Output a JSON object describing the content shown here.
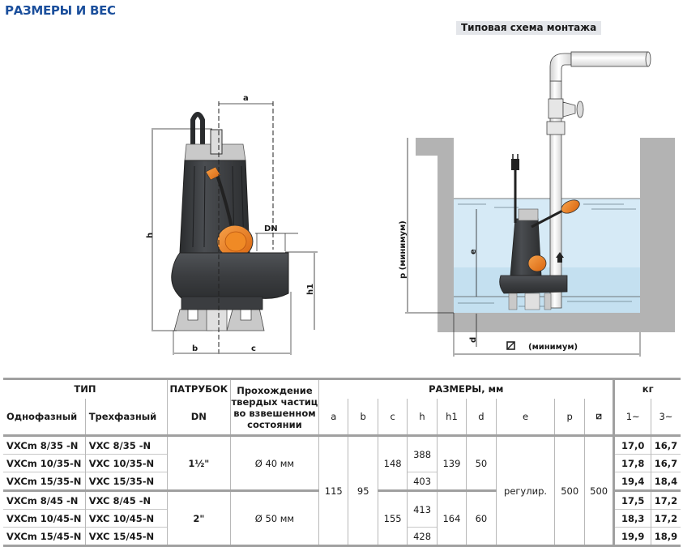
{
  "page": {
    "title": "РАЗМЕРЫ И ВЕС",
    "scheme_title": "Типовая схема монтажа"
  },
  "colors": {
    "title_blue": "#1b4f9c",
    "pump_orange": "#f07d1a",
    "pump_body": "#3b3d40",
    "water": "#cfe6f3",
    "wall_gray": "#b3b3b3"
  },
  "pump_drawing": {
    "labels": {
      "a": "a",
      "h": "h",
      "h1": "h1",
      "dn": "DN",
      "b": "b",
      "c": "c"
    }
  },
  "installation_drawing": {
    "labels": {
      "p": "p (минимум)",
      "e": "e",
      "d": "d",
      "square": "(минимум)"
    }
  },
  "table": {
    "headers": {
      "type": "ТИП",
      "single_phase": "Однофазный",
      "three_phase": "Трехфазный",
      "outlet": "ПАТРУБОК",
      "outlet_dn": "DN",
      "solids_lines": [
        "Прохождение",
        "твердых частиц",
        "во взвешенном",
        "состоянии"
      ],
      "dims": "РАЗМЕРЫ, мм",
      "dim_cols": [
        "a",
        "b",
        "c",
        "h",
        "h1",
        "d",
        "e",
        "p",
        "⧄"
      ],
      "weight": "кг",
      "weight_cols": [
        "1~",
        "3~"
      ]
    },
    "groups": [
      {
        "dn": "1½\"",
        "solids": "Ø 40 мм",
        "c": "148",
        "h1": "139",
        "d": "50",
        "rows": [
          {
            "single": "VXCm 8/35  -N",
            "three": "VXC 8/35  -N",
            "w1": "17,0",
            "w3": "16,7"
          },
          {
            "single": "VXCm 10/35-N",
            "three": "VXC 10/35-N",
            "w1": "17,8",
            "w3": "16,7"
          },
          {
            "single": "VXCm 15/35-N",
            "three": "VXC 15/35-N",
            "w1": "19,4",
            "w3": "18,4"
          }
        ],
        "h_values": [
          "388",
          "403"
        ]
      },
      {
        "dn": "2\"",
        "solids": "Ø 50 мм",
        "c": "155",
        "h1": "164",
        "d": "60",
        "rows": [
          {
            "single": "VXCm 8/45  -N",
            "three": "VXC 8/45  -N",
            "w1": "17,5",
            "w3": "17,2"
          },
          {
            "single": "VXCm 10/45-N",
            "three": "VXC 10/45-N",
            "w1": "18,3",
            "w3": "17,2"
          },
          {
            "single": "VXCm 15/45-N",
            "three": "VXC 15/45-N",
            "w1": "19,9",
            "w3": "18,9"
          }
        ],
        "h_values": [
          "413",
          "428"
        ]
      }
    ],
    "shared": {
      "a": "115",
      "b": "95",
      "e": "регулир.",
      "p": "500",
      "square": "500"
    }
  }
}
